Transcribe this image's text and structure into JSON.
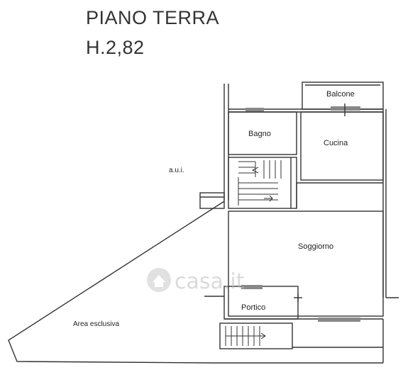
{
  "header": {
    "floor_label": "PIANO TERRA",
    "height_label": "H.2,82"
  },
  "rooms": {
    "balcone": "Balcone",
    "bagno": "Bagno",
    "cucina": "Cucina",
    "aui": "a.u.i.",
    "soggiorno": "Soggiorno",
    "portico": "Portico",
    "area_esclusiva": "Area esclusiva"
  },
  "watermark": {
    "text": "casa.it",
    "icon": "house-icon"
  }
}
